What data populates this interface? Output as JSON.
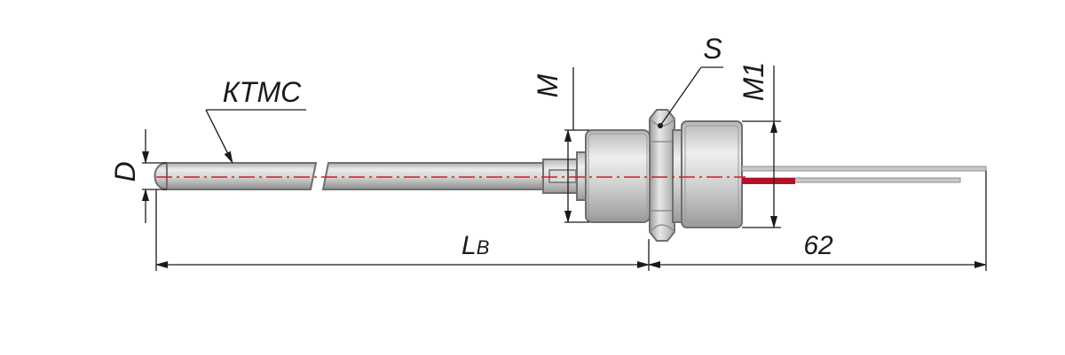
{
  "labels": {
    "ktms": "КТМС",
    "d": "D",
    "m": "M",
    "s": "S",
    "m1": "M1",
    "lb_main": "L",
    "lb_sub": "B",
    "dim62": "62"
  },
  "colors": {
    "metal_light": "#e6e6e6",
    "metal_mid": "#c4c4c4",
    "metal_dark": "#8f8f8f",
    "outline": "#6f6f6f",
    "axis": "#d01f1f",
    "wire": "#b0122a",
    "dimension": "#1a1a1a"
  }
}
